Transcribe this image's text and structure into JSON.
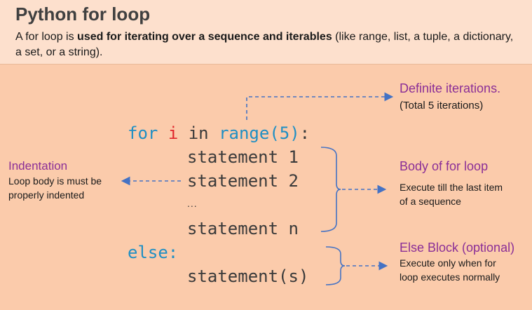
{
  "header": {
    "title": "Python for loop",
    "desc_pre": "A for loop is ",
    "desc_bold": "used for iterating over a sequence and iterables",
    "desc_post": " (like range, list, a tuple, a dictionary, a set, or a string)."
  },
  "code": {
    "kw_for": "for",
    "var_i": "i",
    "kw_in": "in",
    "func_range": "range(5)",
    "colon": ":",
    "stmt1": "statement 1",
    "stmt2": "statement 2",
    "ellipsis": "...",
    "stmtn": "statement n",
    "kw_else": "else:",
    "stmt_else": "statement(s)"
  },
  "annotations": {
    "definite_title": "Definite iterations.",
    "definite_text": "(Total 5 iterations)",
    "indent_title": "Indentation",
    "indent_line1": "Loop body is must be",
    "indent_line2": "properly indented",
    "body_title": "Body of for loop",
    "body_line1": "Execute till the last item",
    "body_line2": "of a sequence",
    "else_title": "Else Block (optional)",
    "else_line1": "Execute only when for",
    "else_line2": "loop executes normally"
  },
  "colors": {
    "keyword": "#1f8fc4",
    "variable": "#e0262b",
    "annotation_title": "#8b2f97",
    "arrow": "#4472c4",
    "background": "#fbcbab"
  }
}
